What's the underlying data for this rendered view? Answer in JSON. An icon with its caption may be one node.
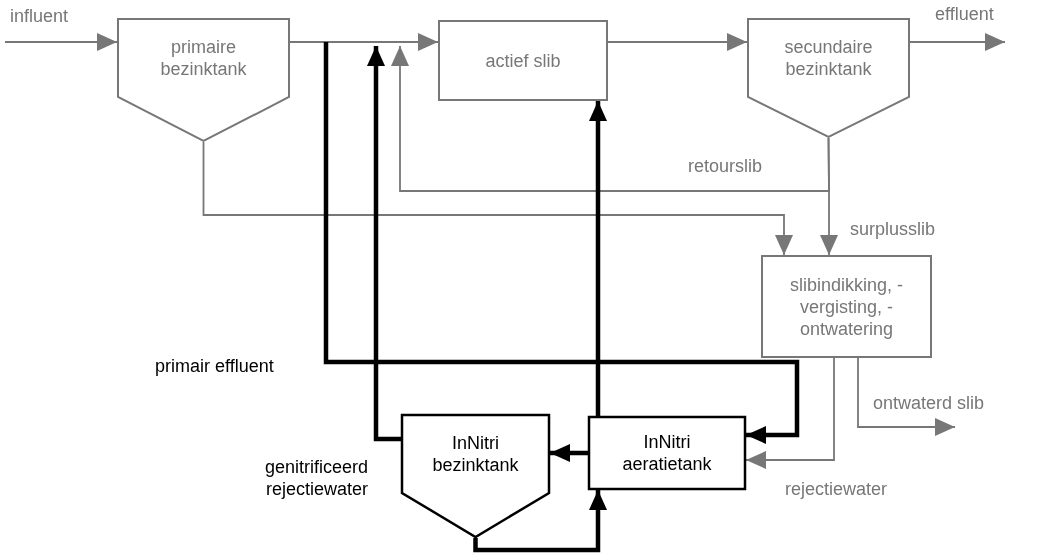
{
  "diagram": {
    "nodes": [
      {
        "text": [
          "primaire bezinktank"
        ]
      },
      {
        "text": [
          "actief slib"
        ]
      },
      {
        "text": [
          "secundaire bezinktank"
        ]
      },
      {
        "text": [
          "slibindikking, -vergisting, -ontwatering"
        ]
      },
      {
        "text": [
          "InNitri bezinktank"
        ]
      },
      {
        "text": [
          "InNitri aeratietank"
        ]
      }
    ],
    "edges": [
      {
        "from": null,
        "to": 0,
        "arrow": "to",
        "label": "influent"
      },
      {
        "from": 0,
        "to": 1,
        "arrow": "to"
      },
      {
        "from": 1,
        "to": 2,
        "arrow": "to"
      },
      {
        "from": 2,
        "to": null,
        "arrow": "to",
        "label": "effluent"
      },
      {
        "from": 2,
        "to": 1,
        "arrow": "to",
        "label": "retourslib"
      },
      {
        "from": 2,
        "to": 3,
        "arrow": "to",
        "label": "surplusslib"
      },
      {
        "from": 0,
        "to": 3,
        "arrow": "to"
      },
      {
        "from": 0,
        "to": 5,
        "arrow": "to",
        "label": "primair effluent",
        "style": "thick",
        "color": "#000000"
      },
      {
        "from": 4,
        "to": 1,
        "arrow": "to",
        "label": "genitrificeerd rejectiewater",
        "style": "thick",
        "color": "#000000"
      },
      {
        "from": 5,
        "to": 1,
        "arrow": "to",
        "style": "thick",
        "color": "#000000"
      },
      {
        "from": 5,
        "to": 4,
        "arrow": "to",
        "style": "thick",
        "color": "#000000"
      },
      {
        "from": 4,
        "to": 5,
        "arrow": "to",
        "style": "thick",
        "color": "#000000"
      },
      {
        "from": 3,
        "to": 5,
        "arrow": "to",
        "label": "rejectiewater"
      },
      {
        "from": 3,
        "to": null,
        "arrow": "to",
        "label": "ontwaterd slib"
      }
    ]
  }
}
